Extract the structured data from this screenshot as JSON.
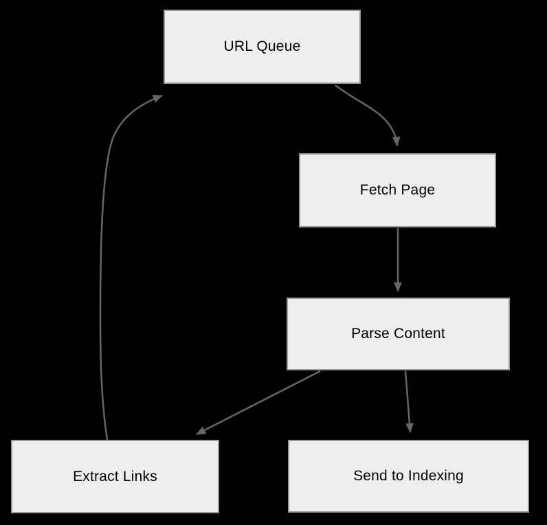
{
  "diagram": {
    "type": "flowchart",
    "background_color": "#000000",
    "node_fill_color": "#eeeeee",
    "node_border_color": "#999999",
    "node_text_color": "#000000",
    "arrow_color": "#666666",
    "nodes": [
      {
        "id": "url-queue",
        "label": "URL Queue"
      },
      {
        "id": "fetch-page",
        "label": "Fetch Page"
      },
      {
        "id": "parse-content",
        "label": "Parse Content"
      },
      {
        "id": "extract-links",
        "label": "Extract Links"
      },
      {
        "id": "send-to-indexing",
        "label": "Send to Indexing"
      }
    ],
    "edges": [
      {
        "from": "url-queue",
        "to": "fetch-page"
      },
      {
        "from": "fetch-page",
        "to": "parse-content"
      },
      {
        "from": "parse-content",
        "to": "extract-links"
      },
      {
        "from": "parse-content",
        "to": "send-to-indexing"
      },
      {
        "from": "extract-links",
        "to": "url-queue"
      }
    ]
  }
}
